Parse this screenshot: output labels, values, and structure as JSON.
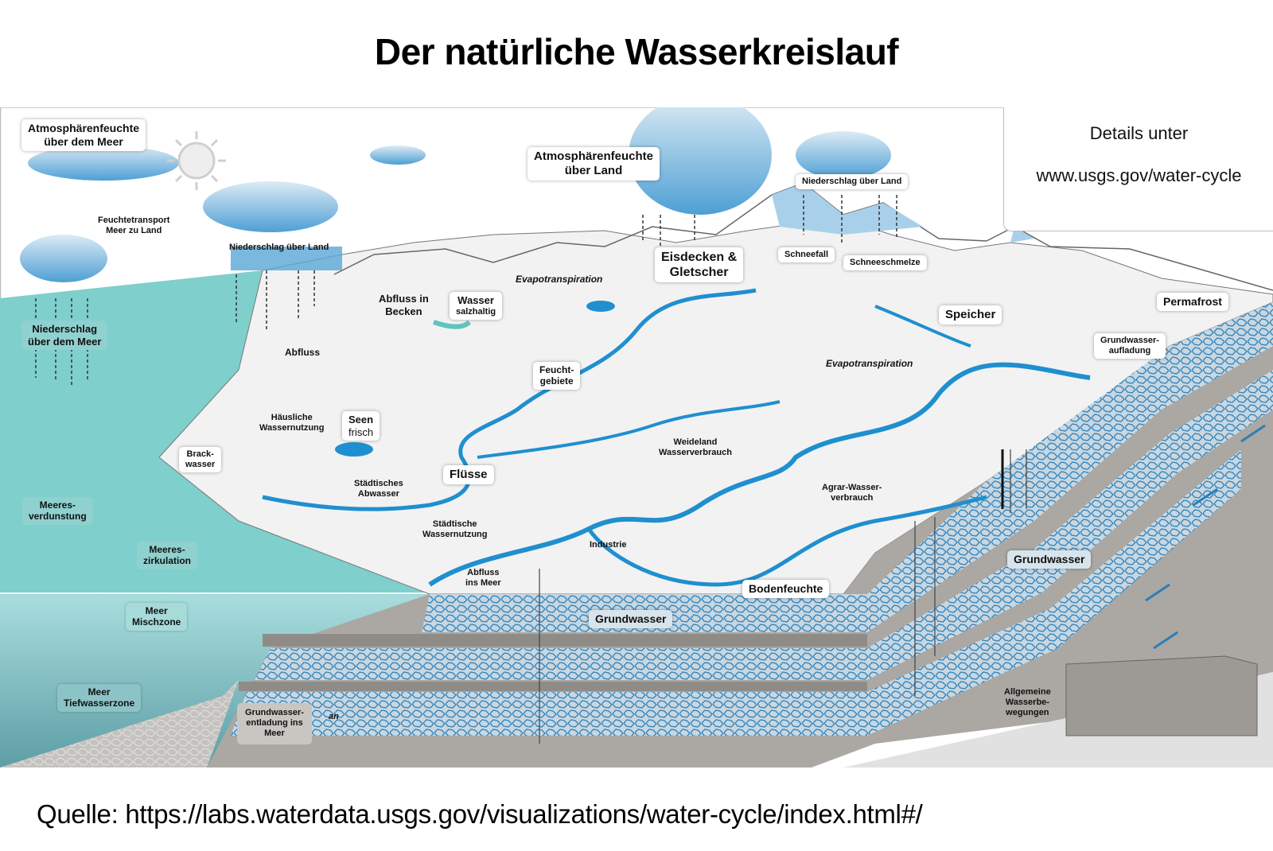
{
  "title": "Der natürliche Wasserkreislauf",
  "details_box": {
    "line1": "Details unter",
    "line2": "www.usgs.gov/water-cycle"
  },
  "source": "Quelle: https://labs.waterdata.usgs.gov/visualizations/water-cycle/index.html#/",
  "colors": {
    "ocean_surface": "#7fcfcc",
    "ocean_mixing_zone": "#a9dede",
    "ocean_deep": "#6aa9b0",
    "river_blue": "#1f8fcf",
    "cloud_blue": "#5aa6d6",
    "groundwater_blue": "#2a7fb8",
    "bedrock_gray": "#a9a5a0",
    "land_light": "#f1f1f1"
  },
  "labels": {
    "atmo_sea": [
      "Atmosphärenfeuchte",
      "über dem Meer"
    ],
    "moisture_transport": [
      "Feuchtetransport",
      "Meer zu Land"
    ],
    "precip_land_left": "Niederschlag über Land",
    "precip_sea": [
      "Niederschlag",
      "über dem Meer"
    ],
    "atmo_land": [
      "Atmosphärenfeuchte",
      "über Land"
    ],
    "precip_land_right": "Niederschlag über Land",
    "ice": [
      "Eisdecken &",
      "Gletscher"
    ],
    "snowfall": "Schneefall",
    "snowmelt": "Schneeschmelze",
    "evapo_left": "Evapotranspiration",
    "runoff_basin": [
      "Abfluss in",
      "Becken"
    ],
    "saline": [
      "Wasser",
      "salzhaltig"
    ],
    "runoff": "Abfluss",
    "wetlands": [
      "Feucht-",
      "gebiete"
    ],
    "storage": "Speicher",
    "permafrost": "Permafrost",
    "gw_recharge": [
      "Grundwasser-",
      "aufladung"
    ],
    "evapo_right": "Evapotranspiration",
    "domestic": [
      "Häusliche",
      "Wassernutzung"
    ],
    "lakes": [
      "Seen",
      "frisch"
    ],
    "brackish": [
      "Brack-",
      "wasser"
    ],
    "ocean_evap": [
      "Meeres-",
      "verdunstung"
    ],
    "rivers": "Flüsse",
    "wastewater": [
      "Städtisches",
      "Abwasser"
    ],
    "pasture": [
      "Weideland",
      "Wasserverbrauch"
    ],
    "agri": [
      "Agrar-Wasser-",
      "verbrauch"
    ],
    "urban_use": [
      "Städtische",
      "Wassernutzung"
    ],
    "industry": "Industrie",
    "ocean_circ": [
      "Meeres-",
      "zirkulation"
    ],
    "runoff_sea": [
      "Abfluss",
      "ins Meer"
    ],
    "soil_moisture": "Bodenfeuchte",
    "groundwater_front": "Grundwasser",
    "groundwater_side": "Grundwasser",
    "mixing_zone": [
      "Meer",
      "Mischzone"
    ],
    "deep_zone": [
      "Meer",
      "Tiefwasserzone"
    ],
    "gw_discharge": [
      "Grundwasser-",
      "entladung ins",
      "Meer"
    ],
    "general_movement": [
      "Allgemeine",
      "Wasserbe-",
      "wegungen"
    ],
    "partial_text": "an"
  }
}
